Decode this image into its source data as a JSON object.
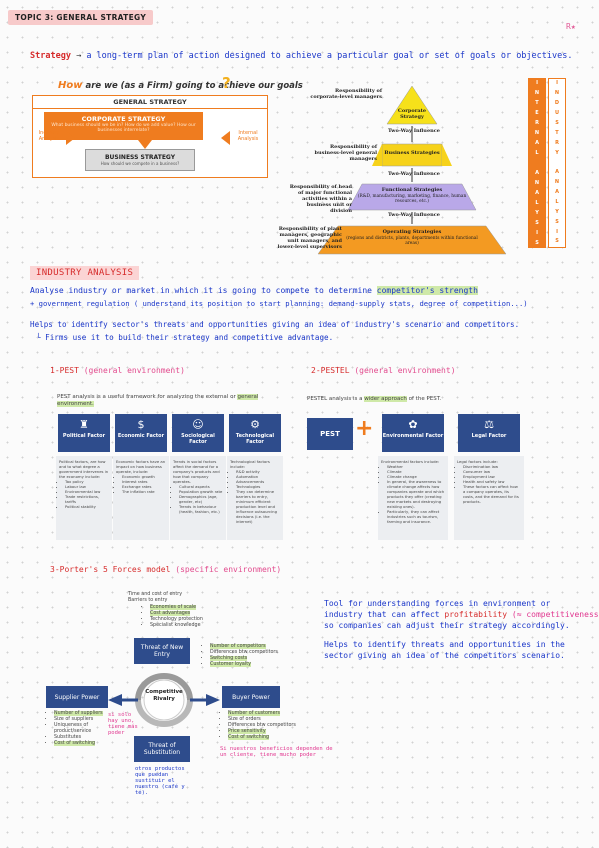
{
  "topic": "TOPIC 3: GENERAL STRATEGY",
  "initials": "R★",
  "strategy_def": {
    "key": "Strategy",
    "arrow": "→",
    "text": "a long-term plan of action designed to achieve a particular goal or set of goals or objectives."
  },
  "how_diagram": {
    "how": "How",
    "title_rest": "are we (as a Firm) going to achieve our goals",
    "qmark": "?",
    "general": "GENERAL STRATEGY",
    "corporate": "CORPORATE STRATEGY",
    "corporate_sub": "What business should we be in? How do we add value? How our businesses interrelate?",
    "business": "BUSINESS STRATEGY",
    "business_sub": "How should we compete in a business?",
    "industry_analysis": "Industry Analysis",
    "internal_analysis": "Internal Analysis"
  },
  "pyramid": {
    "levels": [
      {
        "resp": "Responsibility of corporate-level managers",
        "title": "Corporate Strategy",
        "sub": "",
        "color": "#f6e11a"
      },
      {
        "resp": "Responsibility of business-level general managers",
        "title": "Business Strategies",
        "sub": "",
        "color": "#f6d21a"
      },
      {
        "resp": "Responsibility of head of major functional activities within a business unit or division",
        "title": "Functional Strategies",
        "sub": "(R&D, manufacturing, marketing, finance, human resources, etc.)",
        "color": "#b9a8e8"
      },
      {
        "resp": "Responsibility of plant managers, geographic unit managers, and lower-level supervisors",
        "title": "Operating Strategies",
        "sub": "(regions and districts, plants, departments within functional areas)",
        "color": "#f39a22"
      }
    ],
    "twoway": "Two-Way Influence",
    "internal_bar": "INTERNAL ANALYSIS",
    "industry_bar": "INDUSTRY ANALYSIS"
  },
  "industry": {
    "title": "INDUSTRY ANALYSIS",
    "line1_pre": "Analyse industry or market in which it is going to compete to determine ",
    "line1_hl": "competitor's strength",
    "line2_pre": "+ government regulation ( understand its position to start planning: demand-supply stats, degree of competition...)",
    "line3": "Helps to identify sector's threats and opportunities giving an idea of industry's scenario and competitors.",
    "line4": "└ Firms use it to build their strategy and competitive advantage."
  },
  "pest": {
    "title": "1-PEST",
    "paren": "(general environment)",
    "intro_pre": "PEST analysis is a useful framework for analyzing the external or ",
    "intro_hl": "general environment.",
    "cards": [
      {
        "icon": "♜",
        "label": "Political Factor",
        "items": [
          "Political factors, are how and to what degree a government intervenes in the economy include:",
          "Tax policy",
          "Labour law",
          "Environmental law",
          "Trade restrictions, tariffs",
          "Political stability"
        ]
      },
      {
        "icon": "$",
        "label": "Economic Factor",
        "items": [
          "Economic factors have an impact on how business operate, include:",
          "Economic growth",
          "Interest rates",
          "Exchange rates",
          "The inflation rate"
        ]
      },
      {
        "icon": "☺",
        "label": "Sociological Factor",
        "items": [
          "Trends in social factors affect the demand for a company's products and how that company operates.",
          "Cultural aspects",
          "Population growth rate",
          "Demographics (age, gender, etc)",
          "Trends in behaviour (health, fashion, etc.)"
        ]
      },
      {
        "icon": "⚙",
        "label": "Technological Factor",
        "items": [
          "Technological factors include:",
          "R&D activity",
          "Automation",
          "Advancements",
          "Technologies",
          "They can determine barriers to entry, minimum efficient production level and influence outsourcing decisions (i.e. the internet)"
        ]
      }
    ]
  },
  "pestel": {
    "title": "2-PESTEL",
    "paren": "(general environment)",
    "intro_pre": "PESTEL analysis is a ",
    "intro_hl": "wider approach",
    "intro_post": " of the PEST.",
    "pest_label": "PEST",
    "plus": "+",
    "cards": [
      {
        "icon": "✿",
        "label": "Environmental Factor",
        "items": [
          "Environmental factors include:",
          "Weather",
          "Climate",
          "Climate change",
          "In general, the awareness to climate change affects how companies operate and which products they offer (creating new markets and destroying existing ones).",
          "Particularly, they can affect industries such as tourism, farming and insurance."
        ]
      },
      {
        "icon": "⚖",
        "label": "Legal Factor",
        "items": [
          "Legal factors include:",
          "Discrimination law",
          "Consumer law",
          "Employment law",
          "Health and safety law",
          "These factors can affect how a company operates, its costs, and the demand for its products."
        ]
      }
    ]
  },
  "porter": {
    "title": "3-Porter's 5 Forces model",
    "paren": "(specific environment)",
    "entry_list": [
      "Time and cost of entry",
      "Barriers to entry"
    ],
    "entry_sub": [
      "Economies of scale",
      "Cost advantages",
      "Technology protection",
      "Specialist knowledge"
    ],
    "threat_new": "Threat of New Entry",
    "competitors_list": [
      "Number of competitors",
      "Differences btw competitors",
      "Switching costs",
      "Customer loyalty"
    ],
    "supplier": "Supplier Power",
    "rivalry": "Competitive Rivalry",
    "buyer": "Buyer Power",
    "supplier_list": [
      "Number of suppliers",
      "Size of suppliers",
      "Uniqueness of product/service",
      "Substitutes",
      "Cost of switching"
    ],
    "supplier_note": "si sólo hay uno, tiene más poder",
    "buyer_list": [
      "Number of customers",
      "Size of orders",
      "Differences btw competitors",
      "Price sensitivity",
      "Cost of switching"
    ],
    "buyer_note": "Si nuestros beneficios dependen de un cliente, tiene mucho poder",
    "threat_sub": "Threat of Substitution",
    "sub_note": "otros productos que puedan sustituir el nuestro (café y té).",
    "tool_line1": "Tool for understanding forces in environment or",
    "tool_line2_pre": "industry that can affect ",
    "tool_line2_key": "profitability",
    "tool_line2_paren": "(≈ competitiveness)",
    "tool_line3": "so companies can adjust their strategy accordingly.",
    "help_line1": "Helps to identify threats and opportunities in the",
    "help_line2": "sector giving an idea of the competitors scenario."
  },
  "colors": {
    "accent": "#ef7c1f",
    "navy": "#2e4c8c",
    "red": "#d62b2b",
    "blue": "#1a36c9",
    "pink": "#e0368f",
    "green_hl": "#cfe9a8"
  }
}
